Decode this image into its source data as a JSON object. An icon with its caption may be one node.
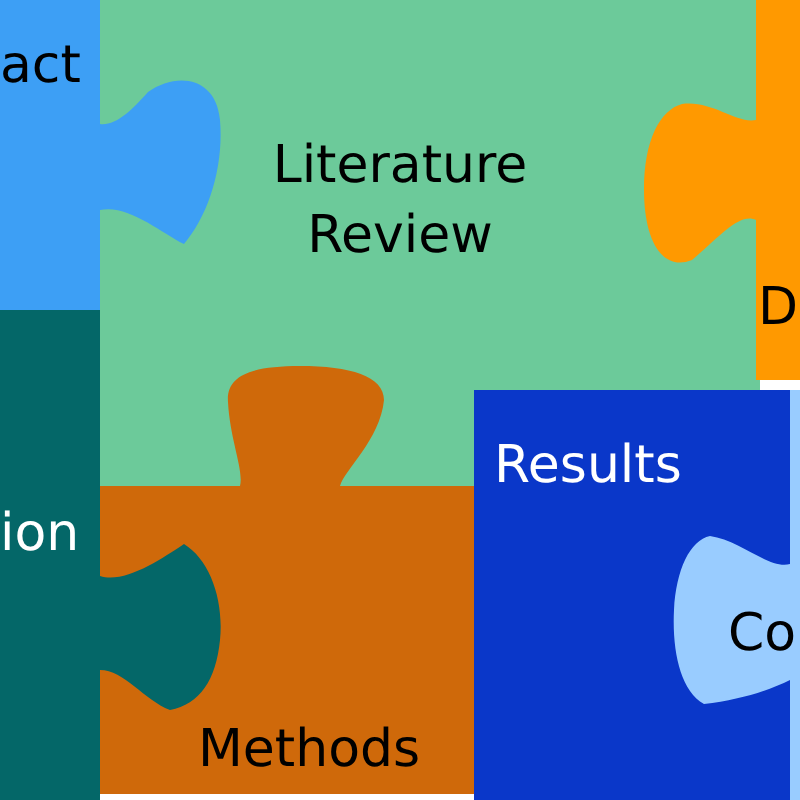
{
  "diagram": {
    "nodes": [
      {
        "text": [
          "act"
        ]
      },
      {
        "text": [
          "Literature Review"
        ]
      },
      {
        "text": [
          "D"
        ]
      },
      {
        "text": [
          "ion"
        ]
      },
      {
        "text": [
          "Methods"
        ]
      },
      {
        "text": [
          "Results"
        ]
      },
      {
        "text": [
          "Co"
        ]
      }
    ]
  }
}
